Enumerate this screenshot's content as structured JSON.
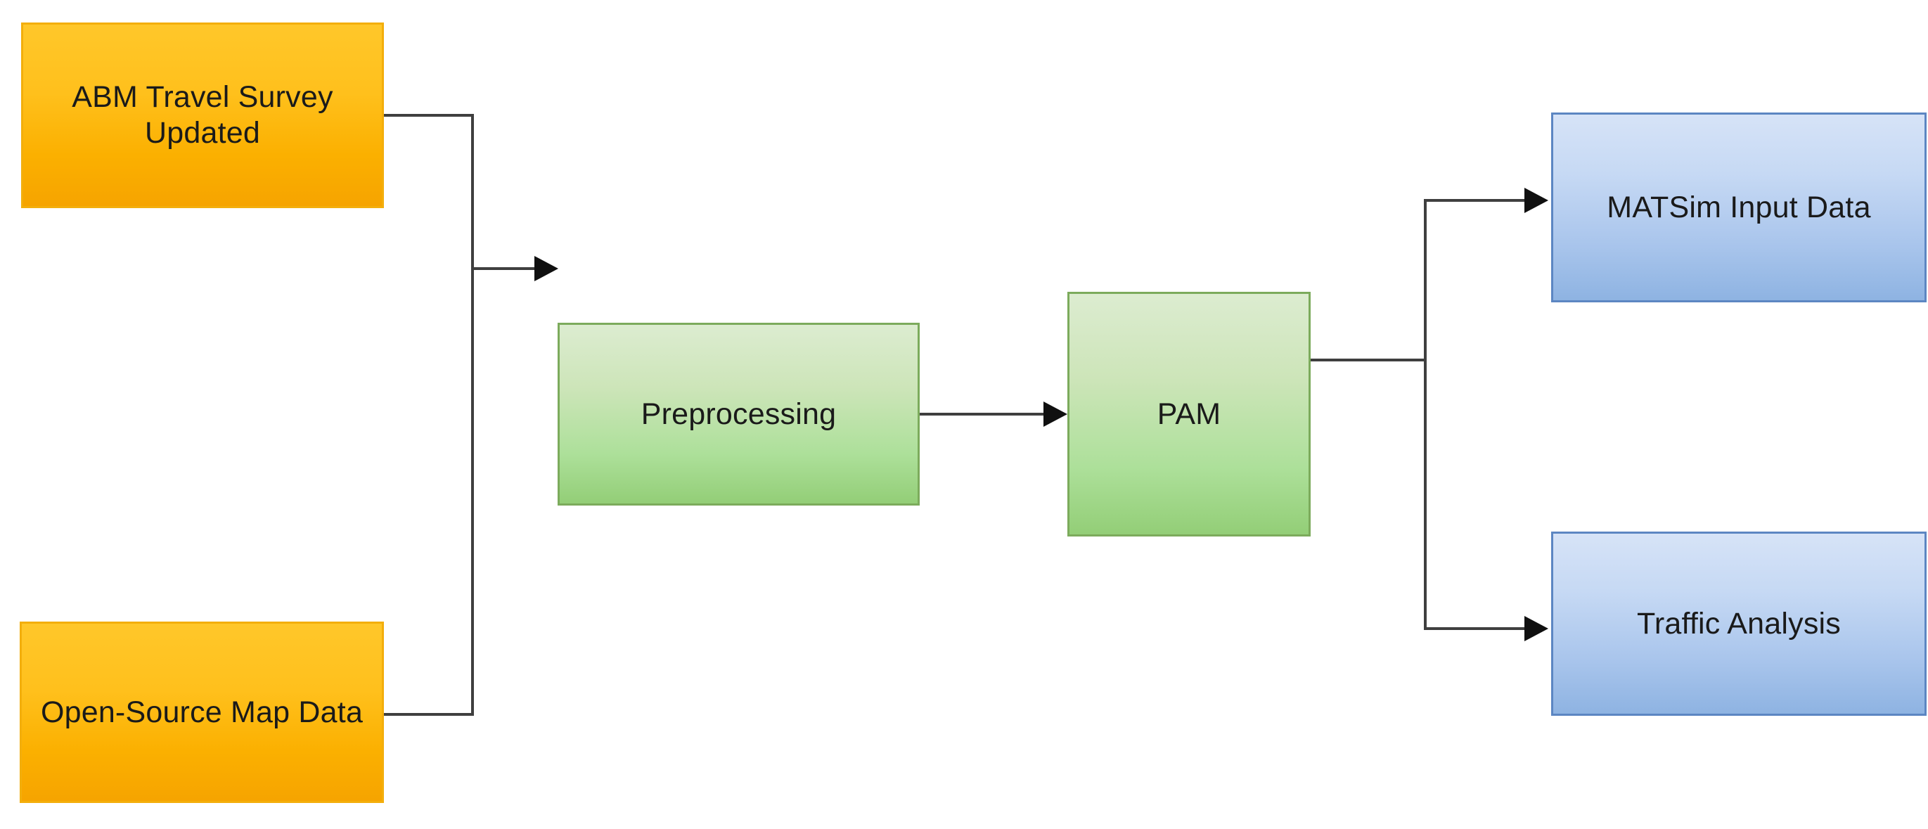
{
  "diagram": {
    "title": "ABM to MATSim data pipeline flowchart",
    "background_color": "#ffffff",
    "palette": {
      "source_fill_top": "#ffc72a",
      "source_fill_bottom": "#f6a400",
      "source_border": "#f3ae0c",
      "process_fill_top": "#dcecd0",
      "process_fill_bottom": "#93ce77",
      "process_border": "#7cab5c",
      "output_fill_top": "#d6e3f7",
      "output_fill_bottom": "#8eb3e2",
      "output_border": "#5c86c2",
      "edge_color": "#3f3f3f",
      "arrow_color": "#101010",
      "text_color": "#1a1a1a"
    },
    "nodes": [
      {
        "id": "abm-travel-survey-updated",
        "label": "ABM Travel Survey Updated",
        "role": "source",
        "shape": "rectangle"
      },
      {
        "id": "open-source-map-data",
        "label": "Open-Source Map Data",
        "role": "source",
        "shape": "rectangle"
      },
      {
        "id": "preprocessing",
        "label": "Preprocessing",
        "role": "process",
        "shape": "rectangle"
      },
      {
        "id": "pam",
        "label": "PAM",
        "role": "process",
        "shape": "rectangle"
      },
      {
        "id": "matsim-input-data",
        "label": "MATSim Input Data",
        "role": "output",
        "shape": "rectangle"
      },
      {
        "id": "traffic-analysis",
        "label": "Traffic Analysis",
        "role": "output",
        "shape": "rectangle"
      }
    ],
    "edges": [
      {
        "id": "edge-survey-to-preprocessing",
        "from": "abm-travel-survey-updated",
        "to": "preprocessing",
        "style": "orthogonal",
        "arrow": true
      },
      {
        "id": "edge-map-to-preprocessing",
        "from": "open-source-map-data",
        "to": "preprocessing",
        "style": "orthogonal",
        "arrow": true
      },
      {
        "id": "edge-preprocessing-to-pam",
        "from": "preprocessing",
        "to": "pam",
        "style": "straight",
        "arrow": true
      },
      {
        "id": "edge-pam-to-matsim",
        "from": "pam",
        "to": "matsim-input-data",
        "style": "orthogonal",
        "arrow": true
      },
      {
        "id": "edge-pam-to-traffic",
        "from": "pam",
        "to": "traffic-analysis",
        "style": "orthogonal",
        "arrow": true
      }
    ]
  }
}
